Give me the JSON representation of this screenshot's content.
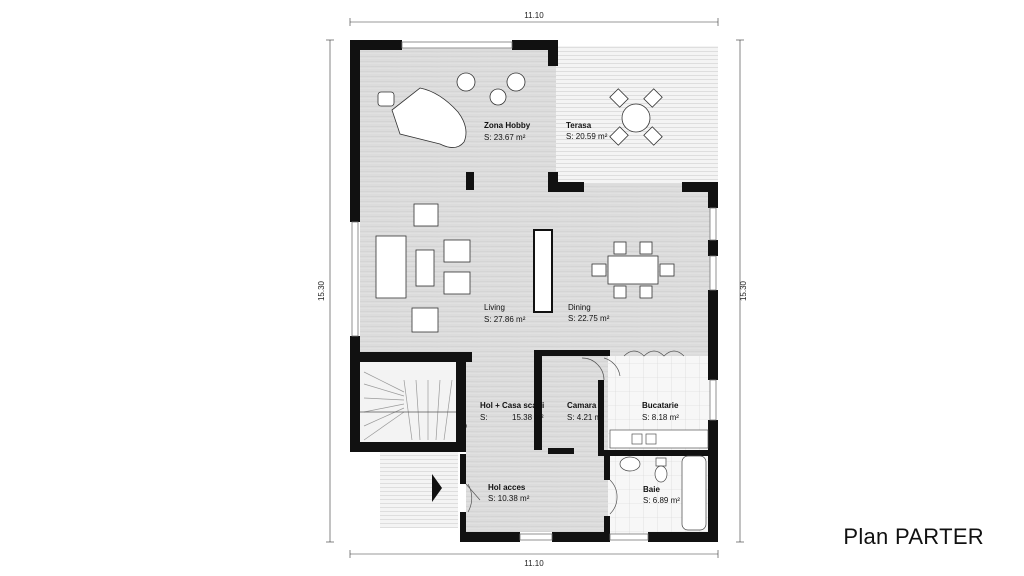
{
  "plan_title": "Plan PARTER",
  "dimensions": {
    "top": "11.10",
    "bottom": "11.10",
    "left": "15.30",
    "right": "15.30"
  },
  "rooms": [
    {
      "id": "zona-hobby",
      "name": "Zona Hobby",
      "area": "S:   23.67 m²"
    },
    {
      "id": "terasa",
      "name": "Terasa",
      "area": "S: 20.59 m²"
    },
    {
      "id": "living",
      "name": "Living",
      "area": "S: 27.86 m²"
    },
    {
      "id": "dining",
      "name": "Dining",
      "area": "S: 22.75 m²"
    },
    {
      "id": "hol-casa-scarii",
      "name": "Hol + Casa scarii",
      "area_prefix": "S:",
      "area_value": "15.38 m²"
    },
    {
      "id": "camara",
      "name": "Camara",
      "area": "S: 4.21 m²"
    },
    {
      "id": "bucatarie",
      "name": "Bucatarie",
      "area": "S: 8.18 m²"
    },
    {
      "id": "hol-acces",
      "name": "Hol acces",
      "area": "S: 10.38 m²"
    },
    {
      "id": "baie",
      "name": "Baie",
      "area": "S: 6.89 m²"
    }
  ],
  "colors": {
    "wall": "#111111",
    "floor": "#dedede",
    "terrace": "#f1f1f1",
    "stairs": "#f3f3f3"
  }
}
